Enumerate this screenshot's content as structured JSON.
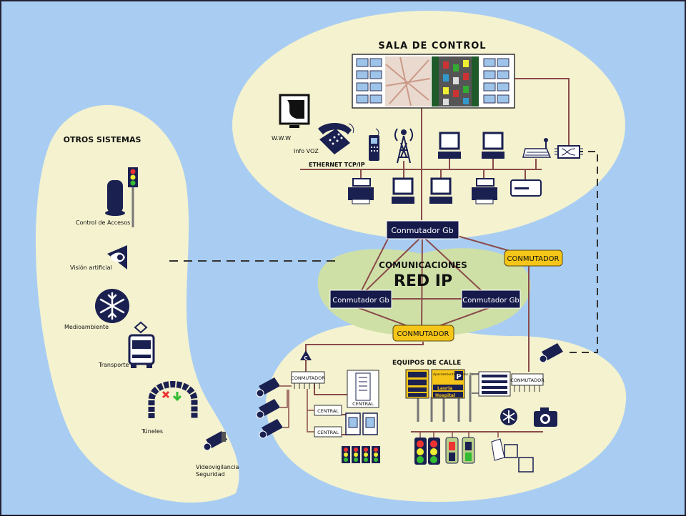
{
  "zones": {
    "control_room": "SALA DE CONTROL",
    "other_systems": "OTROS SISTEMAS",
    "comms": "COMUNICACIONES",
    "red_ip": "RED IP",
    "street": "EQUIPOS DE CALLE"
  },
  "control_room": {
    "www": "W.W.W",
    "info_voz": "Info VOZ",
    "ethernet": "ETHERNET TCP/IP"
  },
  "switches": {
    "gb_top": "Conmutador Gb",
    "gb_left": "Conmutador Gb",
    "gb_right": "Conmutador Gb",
    "yellow_right": "CONMUTADOR",
    "yellow_bottom": "CONMUTADOR"
  },
  "other_systems": [
    {
      "label": "Control de Accesos",
      "icon": "access-control-icon"
    },
    {
      "label": "Visión artificial",
      "icon": "eye-icon"
    },
    {
      "label": "Medioambiente",
      "icon": "snowflake-icon"
    },
    {
      "label": "Transporte",
      "icon": "bus-icon"
    },
    {
      "label": "Túneles",
      "icon": "tunnel-icon"
    },
    {
      "label": "Videovigilancia",
      "label2": "Seguridad",
      "icon": "camera-icon"
    }
  ],
  "street": {
    "conmutador_left": "CONMUTADOR",
    "conmutador_right": "CONMUTADOR",
    "central_rack": "CENTRAL",
    "central_1": "CENTRAL",
    "central_2": "CENTRAL",
    "sign_parking": "Aparcamientos Plazas libres",
    "sign_lauria": "Lauria",
    "sign_hospital": "Hospital",
    "sign_p": "P"
  },
  "colors": {
    "background": "#a9cdf2",
    "island": "#f4f2cf",
    "comms": "#cfe0a6",
    "navy": "#151a4a",
    "yellow": "#f5c518",
    "line": "#8a4b4b"
  }
}
